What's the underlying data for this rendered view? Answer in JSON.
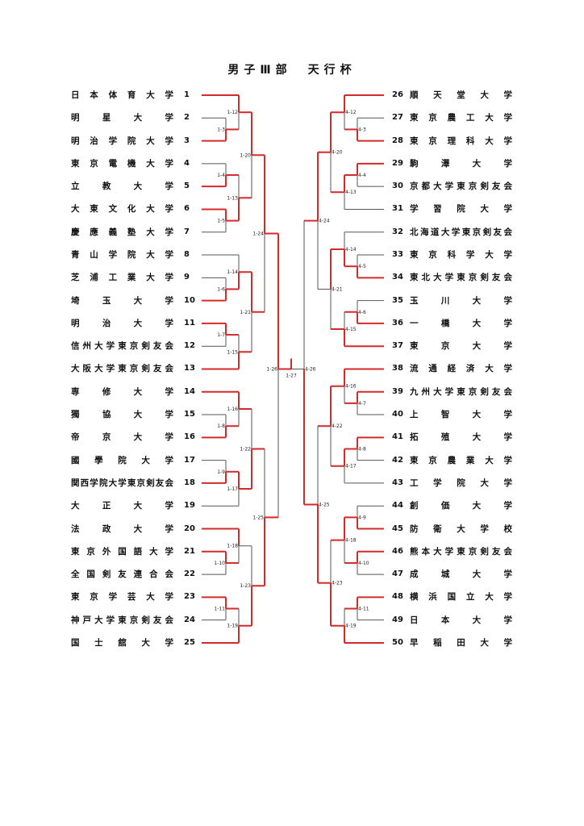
{
  "title": "男子Ⅲ部　天行杯",
  "left_teams": [
    {
      "no": "1",
      "name": "日本体育大学"
    },
    {
      "no": "2",
      "name": "明星大学"
    },
    {
      "no": "3",
      "name": "明治学院大学"
    },
    {
      "no": "4",
      "name": "東京電機大学"
    },
    {
      "no": "5",
      "name": "立教大学"
    },
    {
      "no": "6",
      "name": "大東文化大学"
    },
    {
      "no": "7",
      "name": "慶應義塾大学"
    },
    {
      "no": "8",
      "name": "青山学院大学"
    },
    {
      "no": "9",
      "name": "芝浦工業大学"
    },
    {
      "no": "10",
      "name": "埼玉大学"
    },
    {
      "no": "11",
      "name": "明治大学"
    },
    {
      "no": "12",
      "name": "信州大学東京剣友会"
    },
    {
      "no": "13",
      "name": "大阪大学東京剣友会"
    },
    {
      "no": "14",
      "name": "専修大学"
    },
    {
      "no": "15",
      "name": "獨協大学"
    },
    {
      "no": "16",
      "name": "帝京大学"
    },
    {
      "no": "17",
      "name": "國學院大学"
    },
    {
      "no": "18",
      "name": "関西学院大学東京剣友会"
    },
    {
      "no": "19",
      "name": "大正大学"
    },
    {
      "no": "20",
      "name": "法政大学"
    },
    {
      "no": "21",
      "name": "東京外国語大学"
    },
    {
      "no": "22",
      "name": "全国剣友連合会"
    },
    {
      "no": "23",
      "name": "東京学芸大学"
    },
    {
      "no": "24",
      "name": "神戸大学東京剣友会"
    },
    {
      "no": "25",
      "name": "国士舘大学"
    }
  ],
  "right_teams": [
    {
      "no": "26",
      "name": "順天堂大学"
    },
    {
      "no": "27",
      "name": "東京農工大学"
    },
    {
      "no": "28",
      "name": "東京理科大学"
    },
    {
      "no": "29",
      "name": "駒澤大学"
    },
    {
      "no": "30",
      "name": "京都大学東京剣友会"
    },
    {
      "no": "31",
      "name": "学習院大学"
    },
    {
      "no": "32",
      "name": "北海道大学東京剣友会"
    },
    {
      "no": "33",
      "name": "東京科学大学"
    },
    {
      "no": "34",
      "name": "東北大学東京剣友会"
    },
    {
      "no": "35",
      "name": "玉川大学"
    },
    {
      "no": "36",
      "name": "一橋大学"
    },
    {
      "no": "37",
      "name": "東京大学"
    },
    {
      "no": "38",
      "name": "流通経済大学"
    },
    {
      "no": "39",
      "name": "九州大学東京剣友会"
    },
    {
      "no": "40",
      "name": "上智大学"
    },
    {
      "no": "41",
      "name": "拓殖大学"
    },
    {
      "no": "42",
      "name": "東京農業大学"
    },
    {
      "no": "43",
      "name": "工学院大学"
    },
    {
      "no": "44",
      "name": "創価大学"
    },
    {
      "no": "45",
      "name": "防衛大学校"
    },
    {
      "no": "46",
      "name": "熊本大学東京剣友会"
    },
    {
      "no": "47",
      "name": "成城大学"
    },
    {
      "no": "48",
      "name": "横浜国立大学"
    },
    {
      "no": "49",
      "name": "日本大学"
    },
    {
      "no": "50",
      "name": "早稲田大学"
    }
  ],
  "left_matches": [
    "1-3",
    "1-4",
    "1-5",
    "1-6",
    "1-7",
    "1-8",
    "1-9",
    "1-10",
    "1-11",
    "1-12",
    "1-13",
    "1-14",
    "1-15",
    "1-16",
    "1-17",
    "1-18",
    "1-19",
    "1-20",
    "1-21",
    "1-22",
    "1-23",
    "1-24",
    "1-25",
    "1-26"
  ],
  "right_matches": [
    "4-3",
    "4-4",
    "4-5",
    "4-6",
    "4-7",
    "4-8",
    "4-9",
    "4-10",
    "4-11",
    "4-12",
    "4-13",
    "4-14",
    "4-15",
    "4-16",
    "4-17",
    "4-18",
    "4-19",
    "4-20",
    "4-21",
    "4-22",
    "4-23",
    "4-24",
    "4-25",
    "4-26"
  ],
  "final_match": "1-27",
  "colors": {
    "winner": "#d42a2a",
    "line": "#555555"
  }
}
